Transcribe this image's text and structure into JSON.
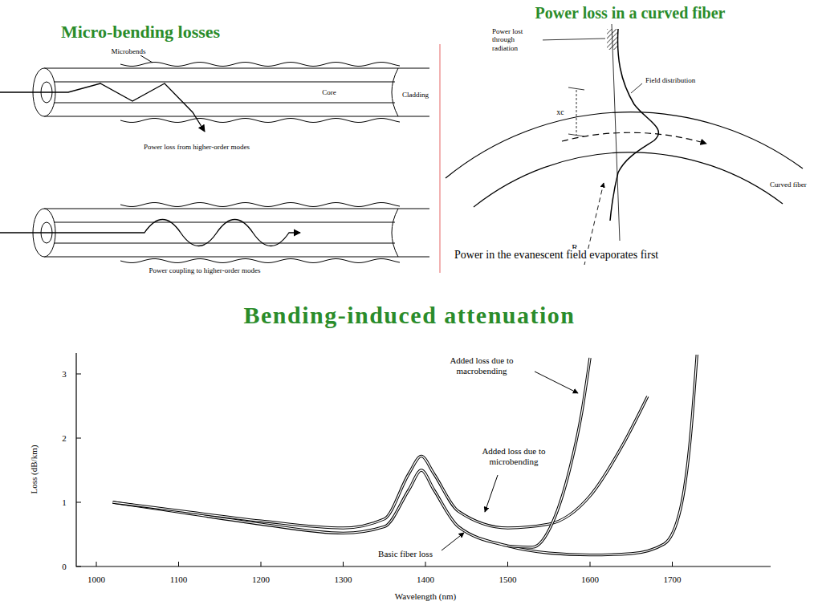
{
  "diagram": {
    "title": "Bending-induced attenuation",
    "labels": [
      "Micro-bending losses",
      "Microbends",
      "Core",
      "Cladding",
      "Power loss from higher-order modes",
      "Power coupling to higher-order modes",
      "Power loss in a curved fiber",
      "Power lost through radiation",
      "Field distribution",
      "xc",
      "R",
      "Curved fiber",
      "Power in the evanescent field evaporates first",
      "Added loss due to macrobending",
      "Added loss due to microbending",
      "Basic fiber loss",
      "Loss (dB/km)",
      "0",
      "1",
      "2",
      "3",
      "1000",
      "1100",
      "1200",
      "1300",
      "1400",
      "1500",
      "1600",
      "1700",
      "Wavelength (nm)"
    ]
  }
}
